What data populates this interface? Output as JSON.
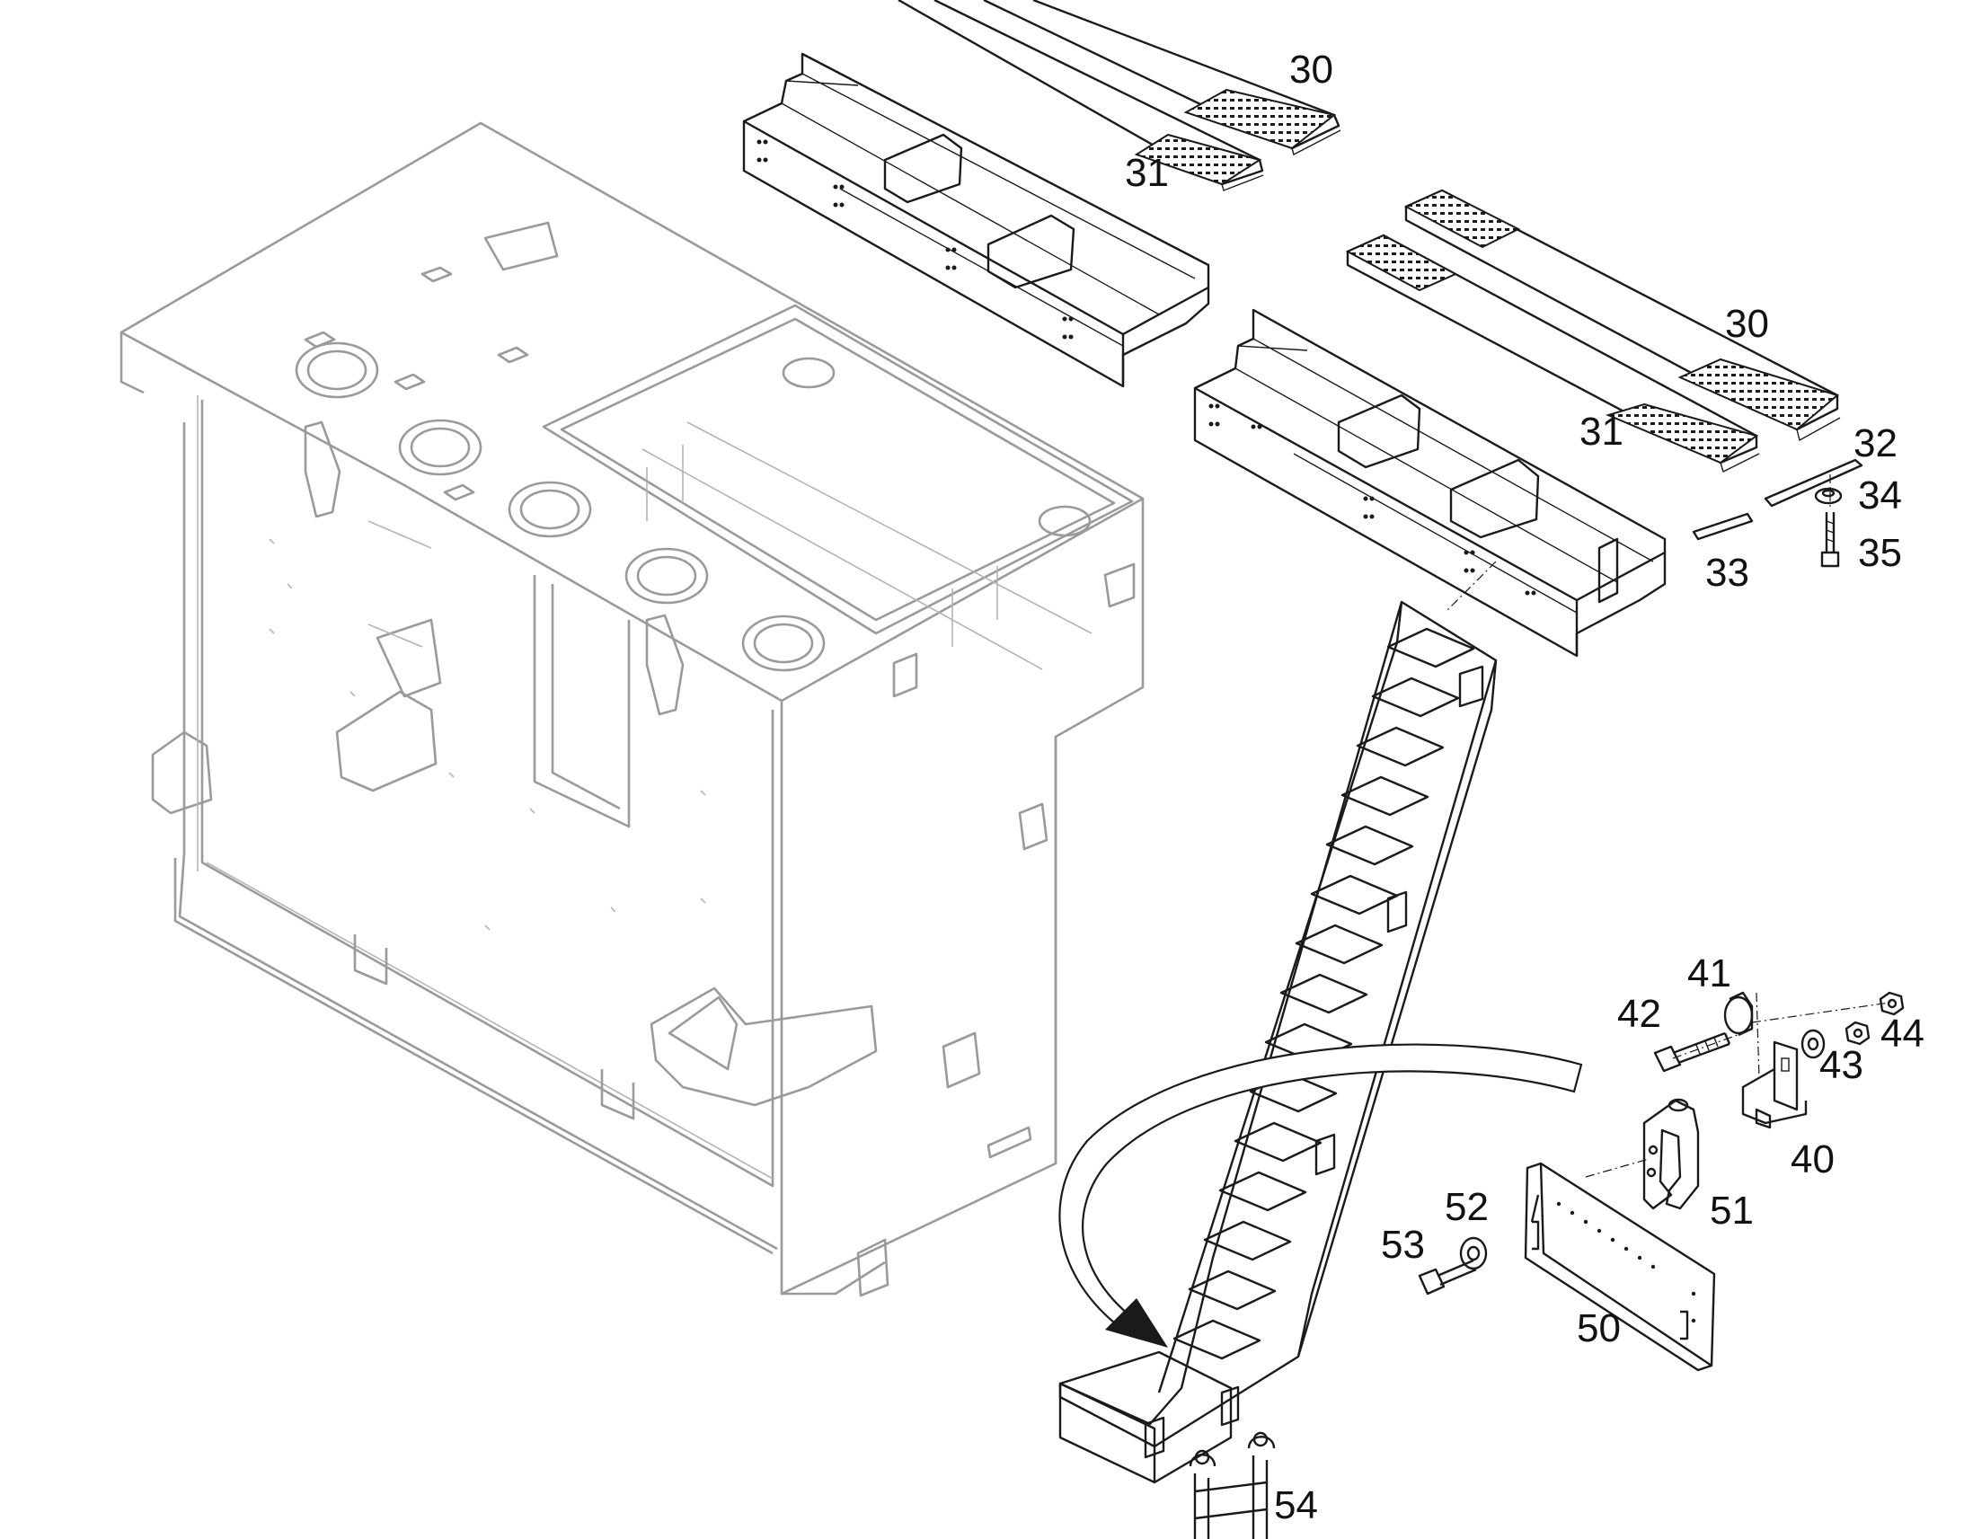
{
  "diagram": {
    "type": "exploded parts diagram",
    "colors": {
      "ink": "#1a1a1a",
      "faded": "#9a9a9a",
      "background": "#ffffff"
    },
    "callouts": [
      {
        "id": "c30a",
        "label": "30"
      },
      {
        "id": "c31a",
        "label": "31"
      },
      {
        "id": "c30b",
        "label": "30"
      },
      {
        "id": "c31b",
        "label": "31"
      },
      {
        "id": "c32",
        "label": "32"
      },
      {
        "id": "c34",
        "label": "34"
      },
      {
        "id": "c35",
        "label": "35"
      },
      {
        "id": "c33",
        "label": "33"
      },
      {
        "id": "c41",
        "label": "41"
      },
      {
        "id": "c42",
        "label": "42"
      },
      {
        "id": "c44",
        "label": "44"
      },
      {
        "id": "c43",
        "label": "43"
      },
      {
        "id": "c40",
        "label": "40"
      },
      {
        "id": "c52",
        "label": "52"
      },
      {
        "id": "c51",
        "label": "51"
      },
      {
        "id": "c53",
        "label": "53"
      },
      {
        "id": "c50",
        "label": "50"
      },
      {
        "id": "c54",
        "label": "54"
      }
    ]
  }
}
